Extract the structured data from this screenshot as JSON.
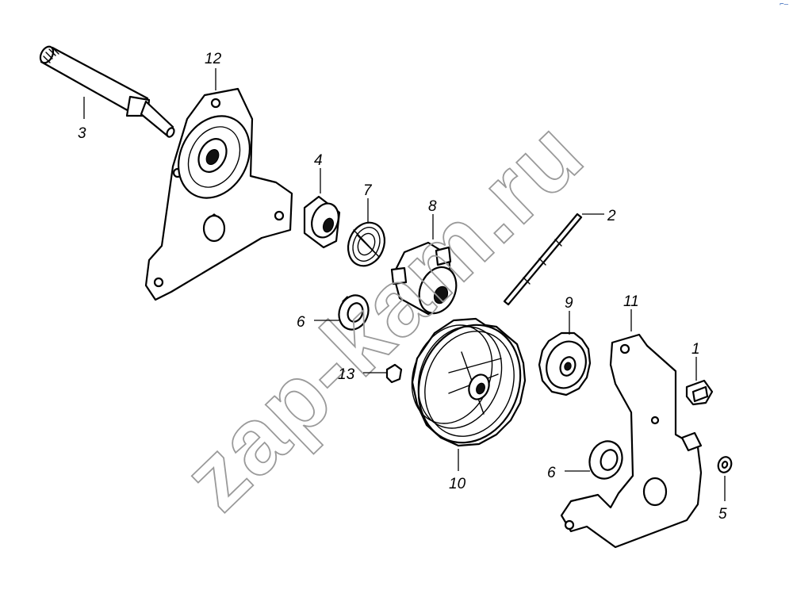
{
  "watermark": "zap-kam.ru",
  "corner_mark": "⌐–",
  "callouts": [
    {
      "id": "1",
      "text": "1"
    },
    {
      "id": "2",
      "text": "2"
    },
    {
      "id": "3",
      "text": "3"
    },
    {
      "id": "4",
      "text": "4"
    },
    {
      "id": "5",
      "text": "5"
    },
    {
      "id": "6a",
      "text": "6"
    },
    {
      "id": "6b",
      "text": "6"
    },
    {
      "id": "7",
      "text": "7"
    },
    {
      "id": "8",
      "text": "8"
    },
    {
      "id": "9",
      "text": "9"
    },
    {
      "id": "10",
      "text": "10"
    },
    {
      "id": "11",
      "text": "11"
    },
    {
      "id": "12",
      "text": "12"
    },
    {
      "id": "13",
      "text": "13"
    }
  ]
}
